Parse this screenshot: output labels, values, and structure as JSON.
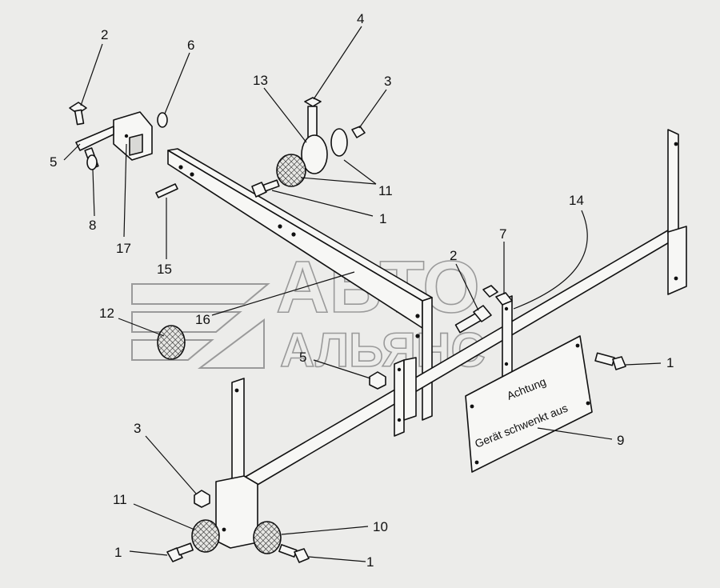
{
  "watermark": {
    "line1": "АВТО",
    "line2": "АЛЬЯНС"
  },
  "plate": {
    "line1": "Achtung",
    "line2": "Gerät schwenkt aus"
  },
  "callouts": {
    "c2_top": "2",
    "c6": "6",
    "c4": "4",
    "c3_top": "3",
    "c13": "13",
    "c5_left": "5",
    "c8": "8",
    "c17": "17",
    "c11_top": "11",
    "c1_top": "1",
    "c15": "15",
    "c14": "14",
    "c7": "7",
    "c2_mid": "2",
    "c12": "12",
    "c16": "16",
    "c5_mid": "5",
    "c1_right": "1",
    "c9": "9",
    "c3_bottom": "3",
    "c11_bottom": "11",
    "c10": "10",
    "c1_bottom_left": "1",
    "c1_bottom_right": "1"
  }
}
